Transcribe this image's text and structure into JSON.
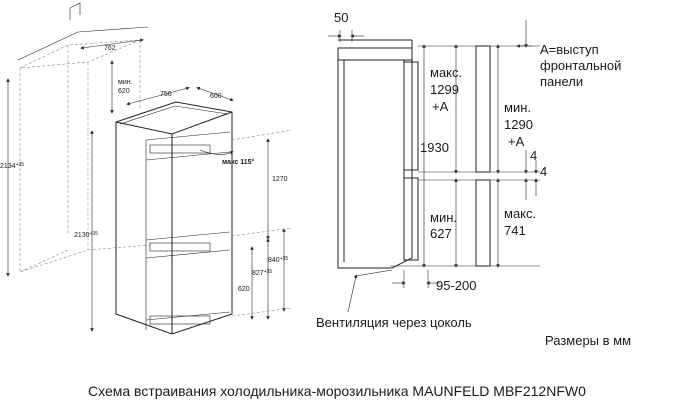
{
  "left_diagram": {
    "dims": {
      "niche_width": "762",
      "min_depth_1": "мин.",
      "min_depth_2": "620",
      "width": "756",
      "depth": "600",
      "niche_height_base": "2134",
      "niche_height_tol": "+35",
      "height_base": "2130",
      "height_tol": "+35",
      "door_angle": "макс 115°",
      "top_section": "1270",
      "lower_a_base": "840",
      "lower_a_tol": "+35",
      "lower_b_base": "827",
      "lower_b_tol": "+35",
      "lower_c": "620"
    }
  },
  "right_diagram": {
    "top_offset": "50",
    "note_a_1": "A=выступ",
    "note_a_2": "фронтальной",
    "note_a_3": "панели",
    "max_top_1": "макс.",
    "max_top_2": "1299",
    "max_top_3": "+A",
    "min_top_1": "мин.",
    "min_top_2": "1290",
    "min_top_3": "+A",
    "total": "1930",
    "gap_a": "4",
    "gap_b": "4",
    "min_bottom_1": "мин.",
    "min_bottom_2": "627",
    "max_bottom_1": "макс.",
    "max_bottom_2": "741",
    "vent_range": "95-200",
    "vent_label": "Вентиляция через цоколь"
  },
  "units_note": "Размеры в мм",
  "caption": "Схема встраивания холодильника-морозильника MAUNFELD MBF212NFW0"
}
